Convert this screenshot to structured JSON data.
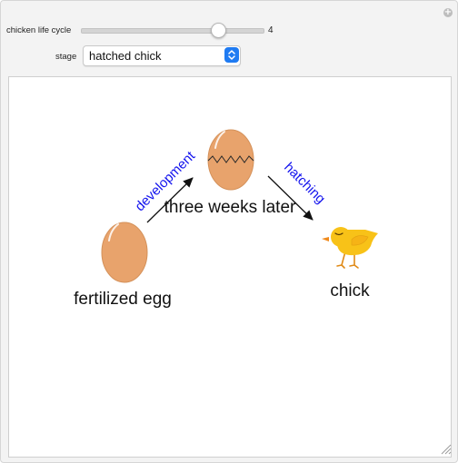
{
  "controls": {
    "slider_label": "chicken life cycle",
    "slider_value": "4",
    "slider_min": 1,
    "slider_max": 5,
    "stage_label": "stage",
    "stage_selected": "hatched chick"
  },
  "diagram": {
    "egg_label": "fertilized egg",
    "cracked_label": "three weeks later",
    "chick_label": "chick",
    "arrow1_label": "development",
    "arrow2_label": "hatching"
  },
  "colors": {
    "egg": "#e8a36c",
    "egg_outline": "#d4915a",
    "chick_body": "#f8c218",
    "chick_beak": "#f08a1c",
    "chick_legs": "#e08a17",
    "arrow_text": "#1414ee",
    "accent": "#1f7bf2"
  },
  "icons": {
    "corner": "plus-icon",
    "select_arrows": "chevron-updown-icon",
    "resize": "resize-grip-icon"
  }
}
